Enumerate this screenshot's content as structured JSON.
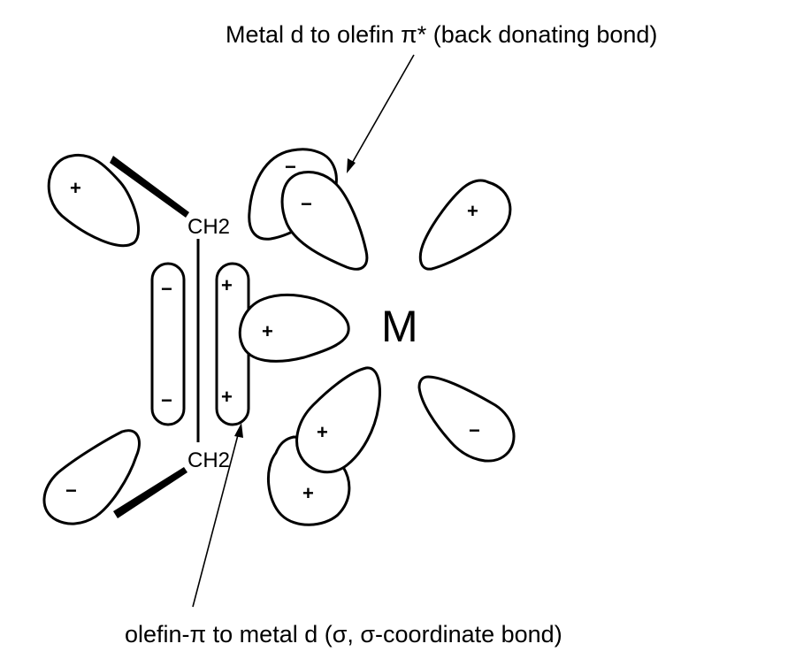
{
  "annotations": {
    "top": "Metal d to olefin π* (back donating bond)",
    "bottom": "olefin-π to metal d (σ, σ-coordinate bond)"
  },
  "atoms": {
    "upper_carbon": "CH2",
    "lower_carbon": "CH2",
    "metal": "M"
  },
  "signs": {
    "olefin_pz_upper": "+",
    "olefin_pz_lower": "−",
    "olefin_pi_left_top": "−",
    "olefin_pi_left_bottom": "−",
    "olefin_pi_right_top": "+",
    "olefin_pi_right_bottom": "+",
    "pi_star_upper_back": "−",
    "pi_star_upper_front": "−",
    "metal_upper_right": "+",
    "metal_sigma": "+",
    "pi_star_lower_front": "+",
    "pi_star_lower_back": "+",
    "metal_lower_right": "−"
  }
}
